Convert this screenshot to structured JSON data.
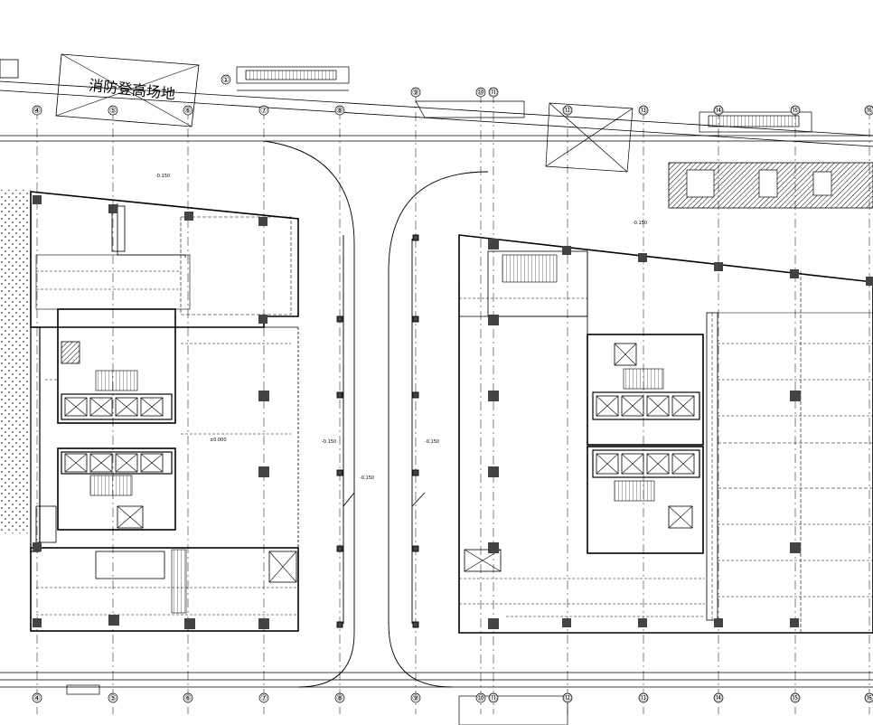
{
  "drawing": {
    "fire_area_label": "消防登高场地",
    "grid_top": [
      "④",
      "⑤",
      "⑥",
      "⑦",
      "⑧",
      "⑨",
      "⑩",
      "⑪",
      "⑫",
      "⑬",
      "⑭",
      "⑮",
      "⑯"
    ],
    "grid_bottom": [
      "④",
      "⑤",
      "⑥",
      "⑦",
      "⑧",
      "⑨",
      "⑩",
      "⑪",
      "⑫",
      "⑬",
      "⑭",
      "⑮",
      "⑯"
    ],
    "grid_extra": [
      "①"
    ],
    "annotation_small": "-0.150",
    "annotation_elev": "±0.000"
  }
}
